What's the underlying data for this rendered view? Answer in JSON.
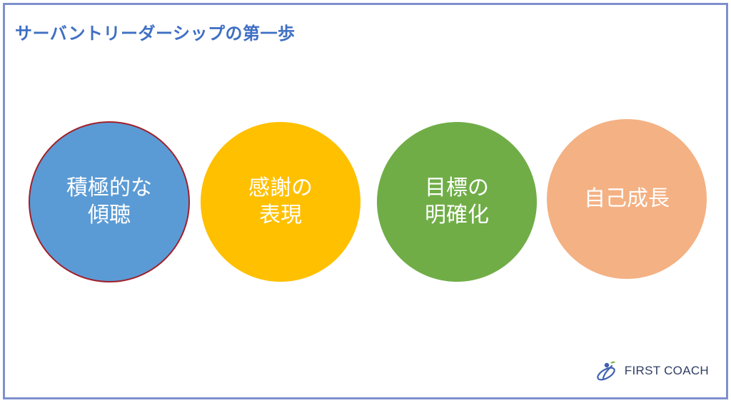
{
  "slide": {
    "title": "サーバントリーダーシップの第一歩"
  },
  "steps": [
    {
      "label": "積極的な\n傾聴",
      "color": "#5b9bd5"
    },
    {
      "label": "感謝の\n表現",
      "color": "#ffc000"
    },
    {
      "label": "目標の\n明確化",
      "color": "#70ad47"
    },
    {
      "label": "自己成長",
      "color": "#f4b183"
    }
  ],
  "brand": {
    "name": "FIRST COACH",
    "icon": "first-coach-logo-icon"
  }
}
